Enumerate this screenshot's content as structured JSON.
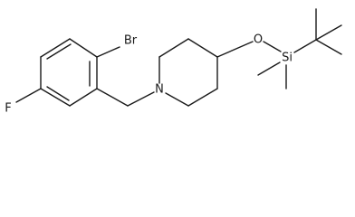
{
  "molecule": {
    "atoms": {
      "br": "Br",
      "f": "F",
      "n": "N",
      "o": "O",
      "si": "Si"
    }
  }
}
